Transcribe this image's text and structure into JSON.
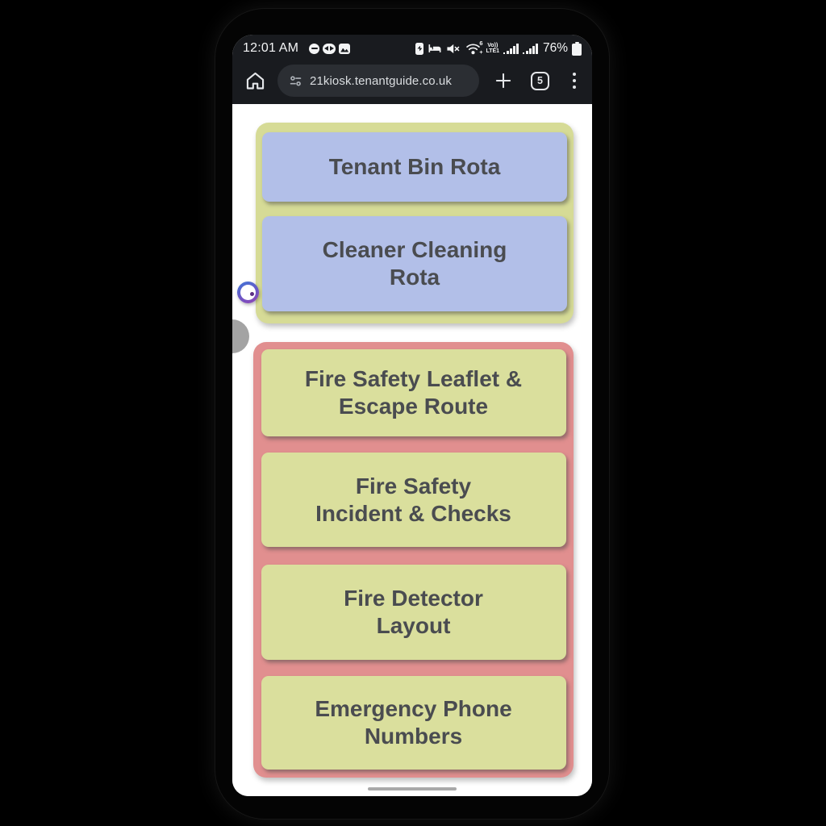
{
  "status_bar": {
    "time": "12:01 AM",
    "left_icons": [
      "do-not-disturb-icon",
      "data-saver-icon",
      "screenshot-icon"
    ],
    "right_icons": [
      "power-saving-icon",
      "bedtime-icon",
      "sound-muted-icon",
      "wifi-icon",
      "volte-indicator",
      "signal-bars-sim1",
      "signal-bars-sim2",
      "battery-icon"
    ],
    "wifi_sup": "6",
    "wifi_sub": "+",
    "volte_line1": "Vo))",
    "volte_line2": "LTE1",
    "battery_percent": "76%"
  },
  "browser": {
    "url": "21kiosk.tenantguide.co.uk",
    "tab_count": "5"
  },
  "content": {
    "groups": [
      {
        "name": "rota-links",
        "buttons": [
          {
            "label": "Tenant Bin Rota"
          },
          {
            "label": "Cleaner Cleaning\nRota"
          }
        ]
      },
      {
        "name": "fire-safety-links",
        "buttons": [
          {
            "label": "Fire Safety Leaflet &\nEscape Route"
          },
          {
            "label": "Fire Safety\nIncident & Checks"
          },
          {
            "label": "Fire Detector\nLayout"
          },
          {
            "label": "Emergency Phone\nNumbers"
          }
        ]
      }
    ]
  },
  "colors": {
    "container_olive": "#d6db96",
    "container_pink": "#e18f8f",
    "button_blue": "#b2bfe8",
    "button_olive": "#dadf9d",
    "button_text": "#4a4c50",
    "chrome_bg": "#191b1f",
    "url_pill_bg": "#2b2e33"
  }
}
